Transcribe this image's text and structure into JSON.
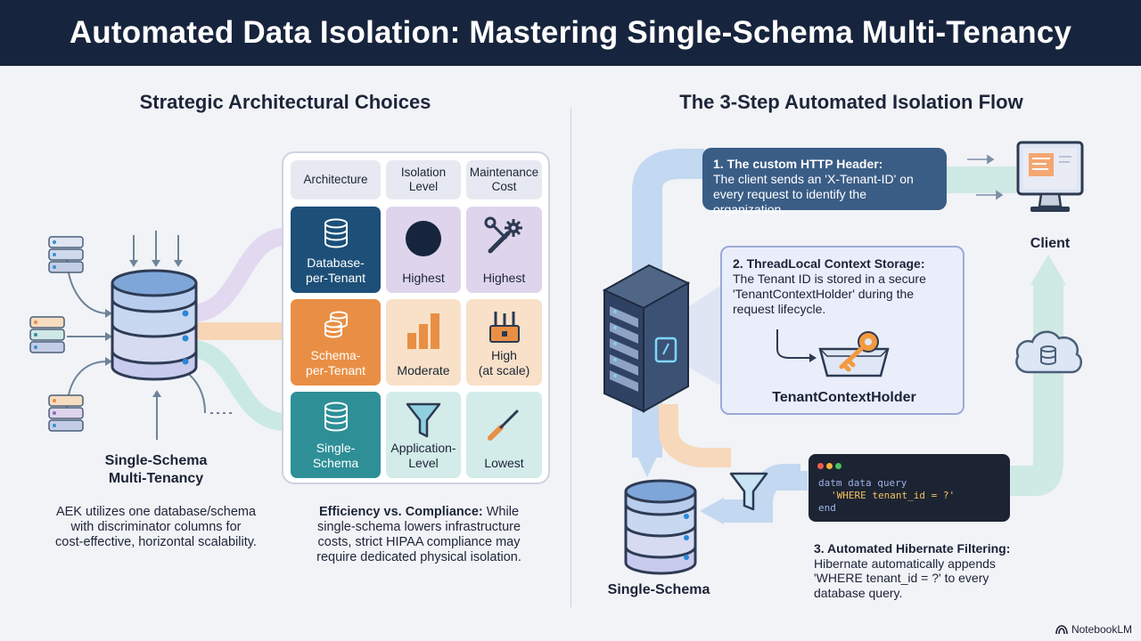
{
  "header": {
    "title": "Automated Data Isolation: Mastering Single-Schema Multi-Tenancy"
  },
  "left": {
    "title": "Strategic Architectural Choices",
    "db_label": "Single-Schema\nMulti-Tenancy",
    "db_description": "AEK utilizes one database/schema\nwith discriminator columns for\ncost-effective, horizontal scalability.",
    "table": {
      "headers": [
        "Architecture",
        "Isolation\nLevel",
        "Maintenance\nCost"
      ],
      "rows": [
        {
          "architecture": "Database-\nper-Tenant",
          "isolation": "Highest",
          "cost": "Highest"
        },
        {
          "architecture": "Schema-\nper-Tenant",
          "isolation": "Moderate",
          "cost": "High\n(at scale)"
        },
        {
          "architecture": "Single-\nSchema",
          "isolation": "Application-\nLevel",
          "cost": "Lowest"
        }
      ]
    },
    "note_bold": "Efficiency vs. Compliance:",
    "note_text": " While\nsingle-schema lowers infrastructure\ncosts, strict HIPAA compliance may\nrequire dedicated physical isolation."
  },
  "right": {
    "title": "The 3-Step Automated Isolation Flow",
    "step1": {
      "title": "1. The custom HTTP Header:",
      "text": "The client sends an 'X-Tenant-ID' on every request to identify the organization."
    },
    "step2": {
      "title": "2. ThreadLocal Context Storage:",
      "text": "The Tenant ID is stored in a secure 'TenantContextHolder' during the request lifecycle.",
      "holder_label": "TenantContextHolder"
    },
    "code": {
      "line1_kw": "datm",
      "line1_rest": " data query",
      "line2": "'WHERE tenant_id = ?'",
      "line3": "end"
    },
    "step3": {
      "title": "3. Automated Hibernate Filtering:",
      "text": "Hibernate automatically appends 'WHERE tenant_id = ?' to every database query."
    },
    "client_label": "Client",
    "db_label": "Single-Schema"
  },
  "brand": "NotebookLM",
  "colors": {
    "header_bg": "#17243d",
    "db_per_tenant": "#1d4f78",
    "schema_per_tenant": "#e98f45",
    "single_schema": "#2e8f97",
    "flow_blue": "#a9c6ea",
    "flow_teal": "#bfe4de",
    "flow_orange": "#f5c9a0"
  }
}
